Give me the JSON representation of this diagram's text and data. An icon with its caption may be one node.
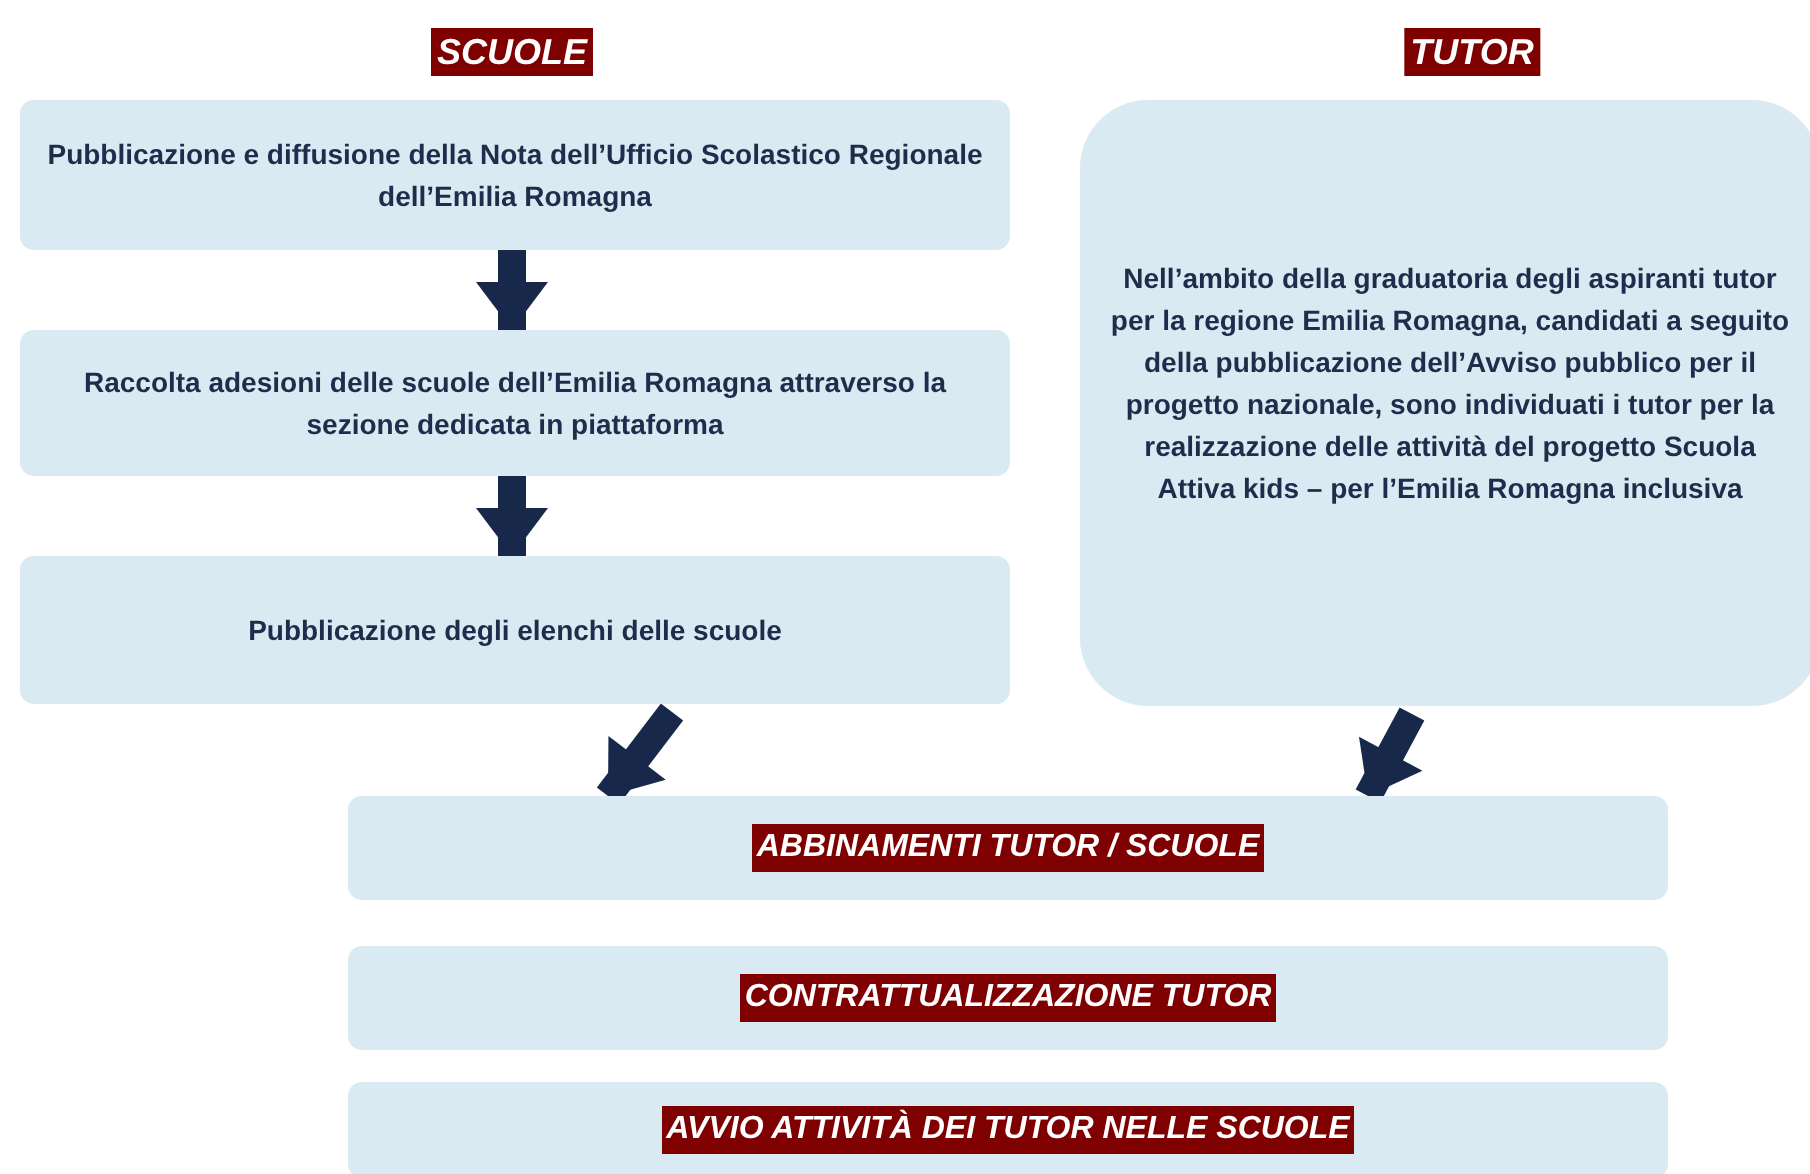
{
  "diagram": {
    "nodes": [
      {
        "text": [
          "Pubblicazione e diffusione della Nota dell’Ufficio Scolastico Regionale dell’Emilia Romagna"
        ]
      },
      {
        "text": [
          "Raccolta adesioni delle scuole dell’Emilia Romagna attraverso la sezione dedicata in piattaforma"
        ]
      },
      {
        "text": [
          "Pubblicazione degli elenchi delle scuole"
        ]
      },
      {
        "text": [
          "Nell’ambito della graduatoria degli aspiranti tutor per la regione Emilia Romagna, candidati a seguito della pubblicazione dell’Avviso pubblico per il progetto nazionale, sono individuati i tutor per la realizzazione delle attività del progetto Scuola Attiva kids – per l’Emilia Romagna inclusiva"
        ]
      },
      {
        "text": [
          "ABBINAMENTI TUTOR / SCUOLE"
        ]
      },
      {
        "text": [
          "CONTRATTUALIZZAZIONE TUTOR"
        ]
      },
      {
        "text": [
          "AVVIO ATTIVITÀ DEI TUTOR NELLE SCUOLE"
        ]
      }
    ],
    "edges": [
      {
        "from": 0,
        "to": 1,
        "arrow": "to"
      },
      {
        "from": 1,
        "to": 2,
        "arrow": "to"
      },
      {
        "from": 2,
        "to": 4,
        "arrow": "to"
      },
      {
        "from": 3,
        "to": 4,
        "arrow": "to"
      }
    ],
    "labels": [
      "SCUOLE",
      "TUTOR"
    ]
  }
}
